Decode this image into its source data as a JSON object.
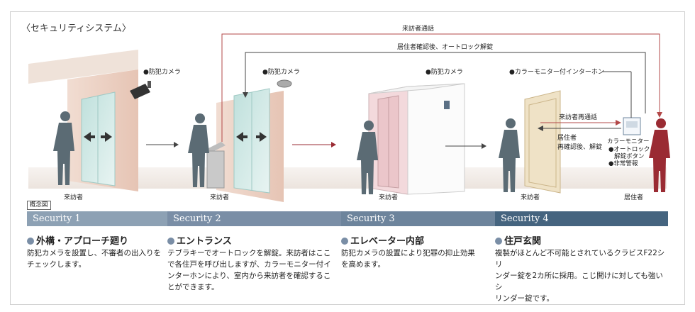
{
  "title": "〈セキュリティシステム〉",
  "concept_badge": "概念図",
  "flow_labels": {
    "visitor_call": "来訪者通話",
    "unlock_after_confirm": "居住者確認後、オートロック解錠",
    "visitor_recall": "来訪者再通話",
    "resident_reconfirm_line1": "居住者",
    "resident_reconfirm_line2": "再確認後、解錠"
  },
  "camera_labels": [
    "●防犯カメラ",
    "●防犯カメラ",
    "●防犯カメラ"
  ],
  "intercom_label": "●カラーモニター付インターホン",
  "monitor_labels": {
    "monitor": "カラーモニター",
    "autolock_line1": "●オートロック",
    "autolock_line2": "解錠ボタン",
    "emergency": "●非常警報"
  },
  "person_labels": [
    "来訪者",
    "来訪者",
    "来訪者",
    "来訪者",
    "居住者"
  ],
  "sections": [
    {
      "band": "Security 1",
      "title": "外構・アプローチ廻り",
      "desc": [
        "防犯カメラを設置し、不審者の出入りを",
        "チェックします。"
      ]
    },
    {
      "band": "Security 2",
      "title": "エントランス",
      "desc": [
        "テブラキーでオートロックを解錠。来訪者はここ",
        "で各住戸を呼び出しますが、カラーモニター付イ",
        "ンターホンにより、室内から来訪者を確認するこ",
        "とができます。"
      ]
    },
    {
      "band": "Security 3",
      "title": "エレベーター内部",
      "desc": [
        "防犯カメラの設置により犯罪の抑止効果",
        "を高めます。"
      ]
    },
    {
      "band": "Security 4",
      "title": "住戸玄関",
      "desc": [
        "複製がほとんど不可能とされているクラビスF22シリ",
        "ンダー錠を2カ所に採用。こじ開けに対しても強いシ",
        "リンダー錠です。"
      ]
    }
  ],
  "colors": {
    "band1": "#8da1b4",
    "band2": "#7a8ea6",
    "band3": "#6d849c",
    "band4": "#45647f",
    "visitor": "#5b6b74",
    "resident": "#9a2b33",
    "call_line": "#b34848"
  }
}
